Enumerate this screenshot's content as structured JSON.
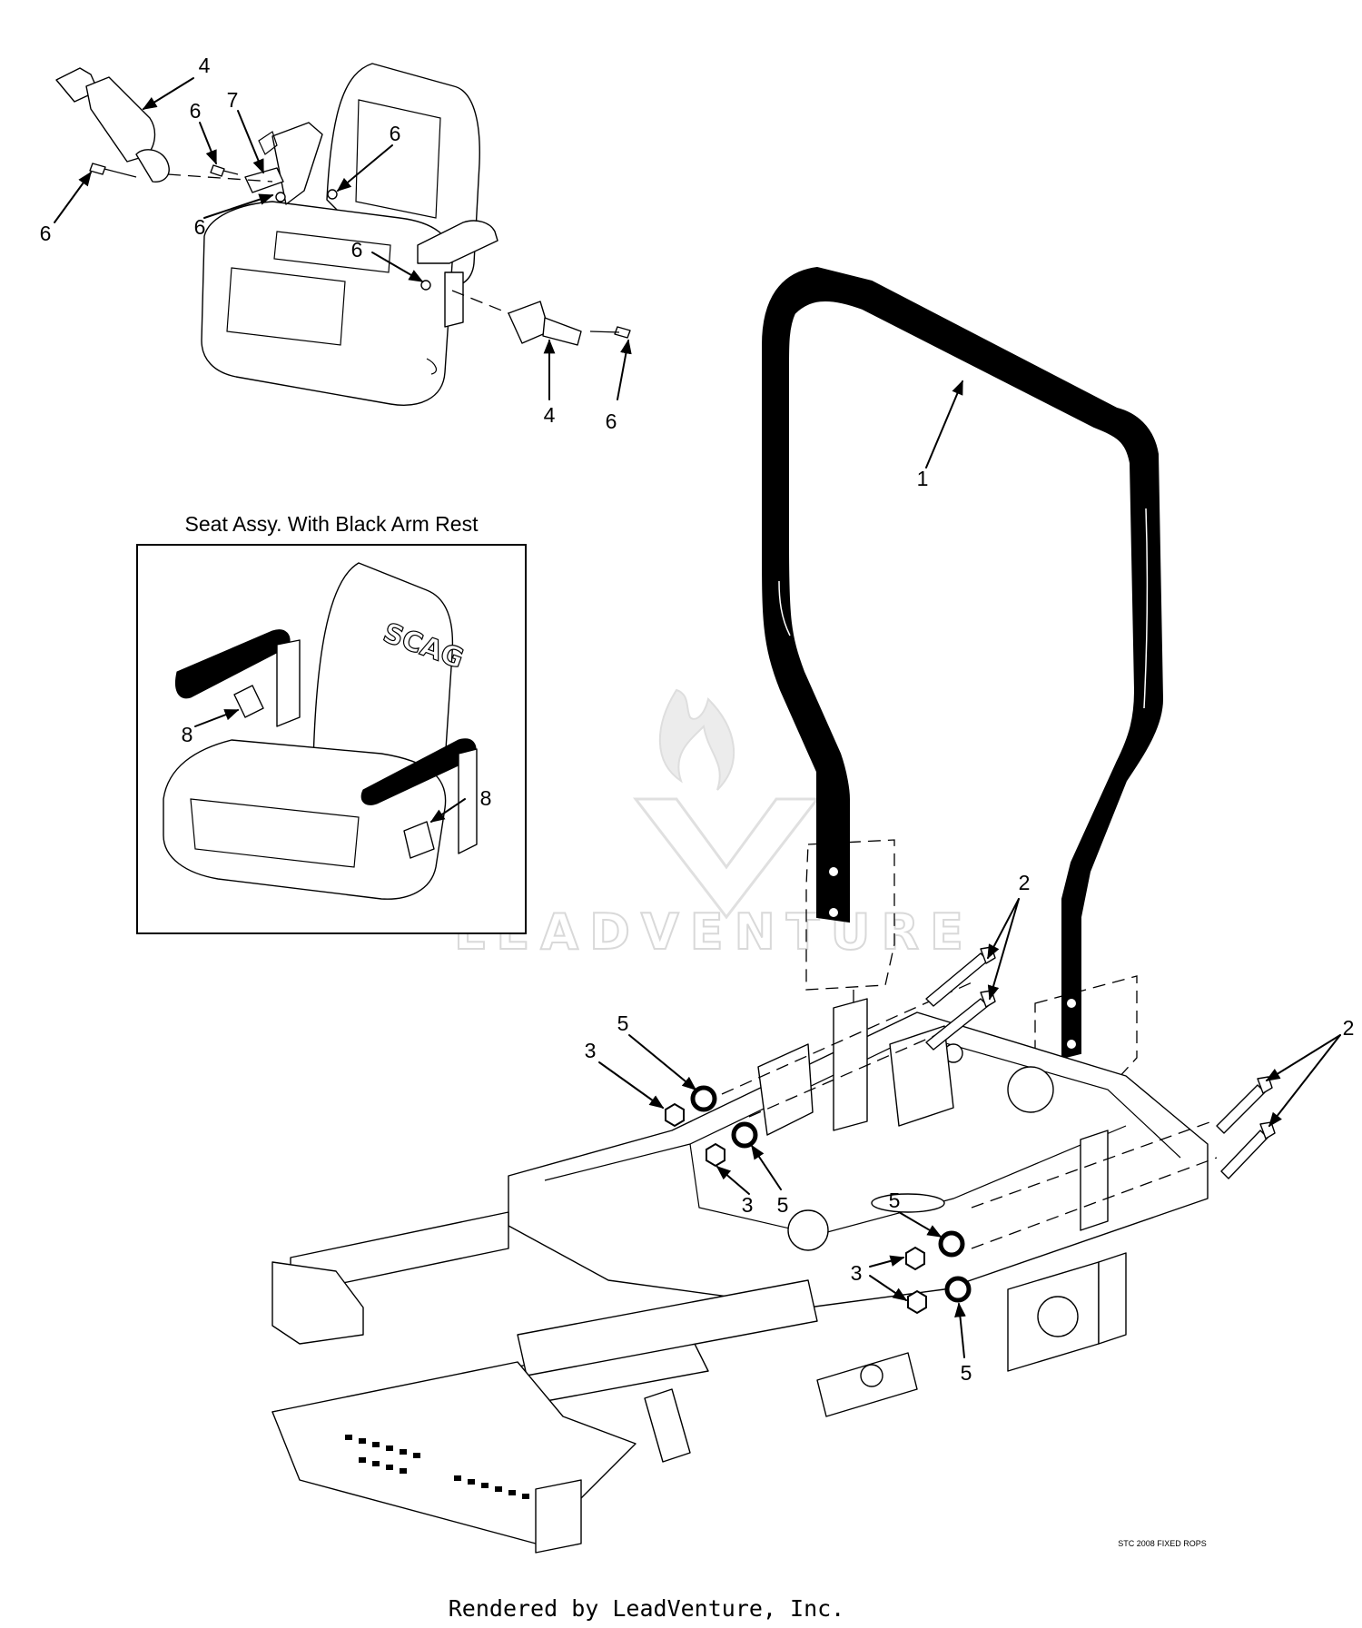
{
  "inset": {
    "title": "Seat Assy. With Black Arm Rest",
    "logo_text": "SCAG"
  },
  "callouts": {
    "c1": "1",
    "c2a": "2",
    "c2b": "2",
    "c3a": "3",
    "c3b": "3",
    "c3c": "3",
    "c4a": "4",
    "c4b": "4",
    "c5a": "5",
    "c5b": "5",
    "c5c": "5",
    "c5d": "5",
    "c6a": "6",
    "c6b": "6",
    "c6c": "6",
    "c6d": "6",
    "c6e": "6",
    "c6f": "6",
    "c7": "7",
    "c8a": "8",
    "c8b": "8"
  },
  "drawing_ref": "STC 2008 FIXED ROPS",
  "watermark": "LEADVENTURE",
  "footer": "Rendered by LeadVenture, Inc."
}
